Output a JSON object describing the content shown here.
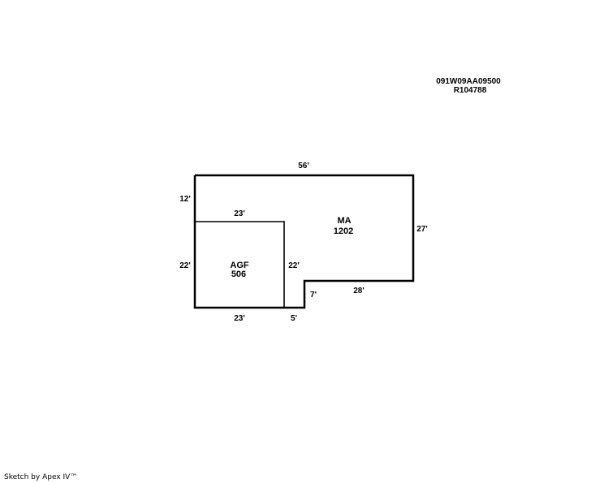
{
  "parcel": {
    "map_number": "091W09AA09500",
    "account_number": "R104788"
  },
  "areas": {
    "main": {
      "code": "MA",
      "sqft": "1202"
    },
    "garage": {
      "code": "AGF",
      "sqft": "506"
    }
  },
  "dimensions": {
    "top": "56'",
    "left_upper": "12'",
    "left_lower": "22'",
    "right": "27'",
    "garage_top": "23'",
    "garage_right": "22'",
    "garage_bottom": "23'",
    "bottom_step": "5'",
    "step_up": "7'",
    "lower_right": "28'"
  },
  "colors": {
    "line": "#000000",
    "background": "#ffffff"
  },
  "footer": {
    "credit": "Sketch by Apex IV™"
  }
}
